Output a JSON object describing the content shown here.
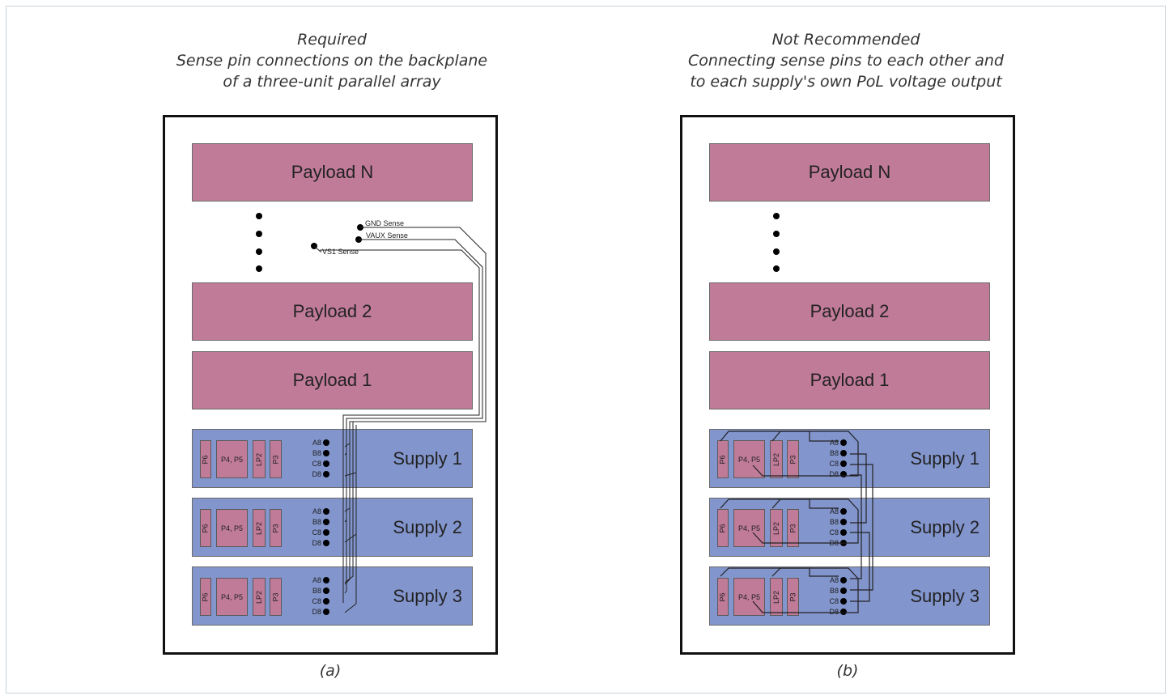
{
  "left": {
    "title": "Required",
    "caption_line1": "Sense pin connections on the backplane",
    "caption_line2": "of a three-unit parallel array",
    "sublabel": "(a)",
    "payloads": [
      "Payload N",
      "Payload 2",
      "Payload 1"
    ],
    "supplies": [
      "Supply 1",
      "Supply 2",
      "Supply 3"
    ],
    "connectors": [
      "P6",
      "P4, P5",
      "LP2",
      "P3"
    ],
    "pins": [
      "A8",
      "B8",
      "C8",
      "D8"
    ],
    "sense": [
      "GND Sense",
      "VAUX Sense",
      "VS1 Sense"
    ]
  },
  "right": {
    "title": "Not Recommended",
    "caption_line1": "Connecting sense pins to each other and",
    "caption_line2": "to each supply's own PoL voltage output",
    "sublabel": "(b)",
    "payloads": [
      "Payload N",
      "Payload 2",
      "Payload 1"
    ],
    "supplies": [
      "Supply 1",
      "Supply 2",
      "Supply 3"
    ],
    "connectors": [
      "P6",
      "P4, P5",
      "LP2",
      "P3"
    ],
    "pins": [
      "A8",
      "B8",
      "C8",
      "D8"
    ]
  },
  "colors": {
    "payload": "#c07b98",
    "supply": "#8295cd"
  }
}
